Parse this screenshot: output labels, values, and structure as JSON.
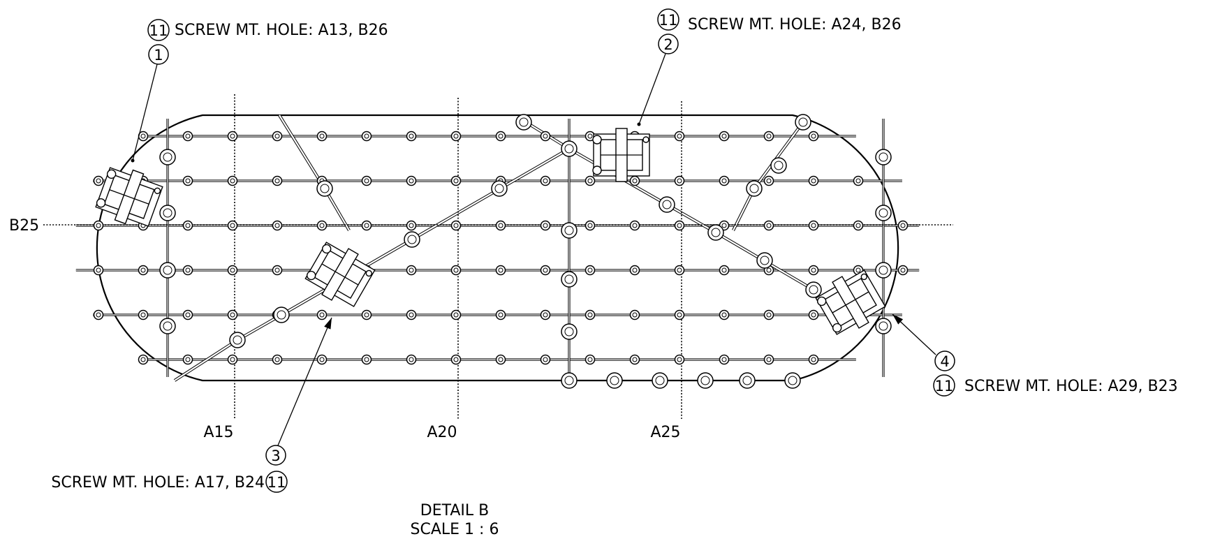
{
  "axis_labels": {
    "a15": "A15",
    "a20": "A20",
    "a25": "A25",
    "b25": "B25"
  },
  "callouts": [
    {
      "item": "1",
      "qty_item": "11",
      "text": "SCREW MT. HOLE: A13, B26"
    },
    {
      "item": "2",
      "qty_item": "11",
      "text": "SCREW MT. HOLE: A24, B26"
    },
    {
      "item": "3",
      "qty_item": "11",
      "text": "SCREW MT. HOLE: A17, B24"
    },
    {
      "item": "4",
      "qty_item": "11",
      "text": "SCREW MT. HOLE: A29, B23"
    }
  ],
  "detail": {
    "title": "DETAIL B",
    "scale": "SCALE 1 : 6"
  }
}
